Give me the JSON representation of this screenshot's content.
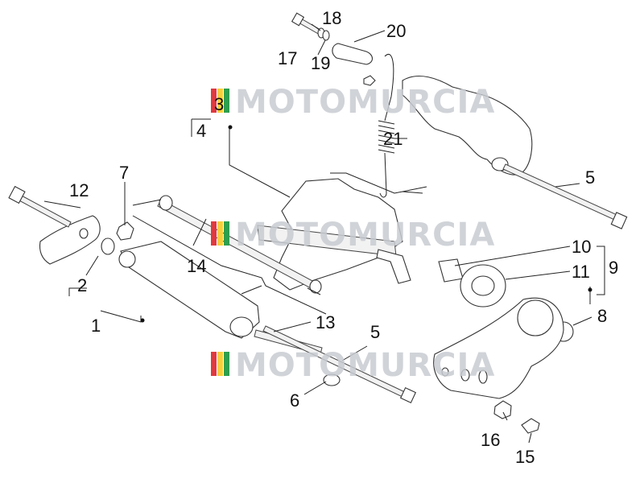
{
  "diagram": {
    "labels": [
      {
        "id": "label-1",
        "text": "1"
      },
      {
        "id": "label-2",
        "text": "2"
      },
      {
        "id": "label-3",
        "text": "3"
      },
      {
        "id": "label-4",
        "text": "4"
      },
      {
        "id": "label-5-top",
        "text": "5"
      },
      {
        "id": "label-5-bottom",
        "text": "5"
      },
      {
        "id": "label-6",
        "text": "6"
      },
      {
        "id": "label-7",
        "text": "7"
      },
      {
        "id": "label-8",
        "text": "8"
      },
      {
        "id": "label-9",
        "text": "9"
      },
      {
        "id": "label-10",
        "text": "10"
      },
      {
        "id": "label-11",
        "text": "11"
      },
      {
        "id": "label-12",
        "text": "12"
      },
      {
        "id": "label-13",
        "text": "13"
      },
      {
        "id": "label-14",
        "text": "14"
      },
      {
        "id": "label-15",
        "text": "15"
      },
      {
        "id": "label-16",
        "text": "16"
      },
      {
        "id": "label-17",
        "text": "17"
      },
      {
        "id": "label-18",
        "text": "18"
      },
      {
        "id": "label-19",
        "text": "19"
      },
      {
        "id": "label-20",
        "text": "20"
      },
      {
        "id": "label-21",
        "text": "21"
      }
    ]
  },
  "watermark": {
    "text": "MOTOMURCIA",
    "flag_colors": [
      "#e0393e",
      "#f4d03f",
      "#2e9e4f"
    ]
  }
}
